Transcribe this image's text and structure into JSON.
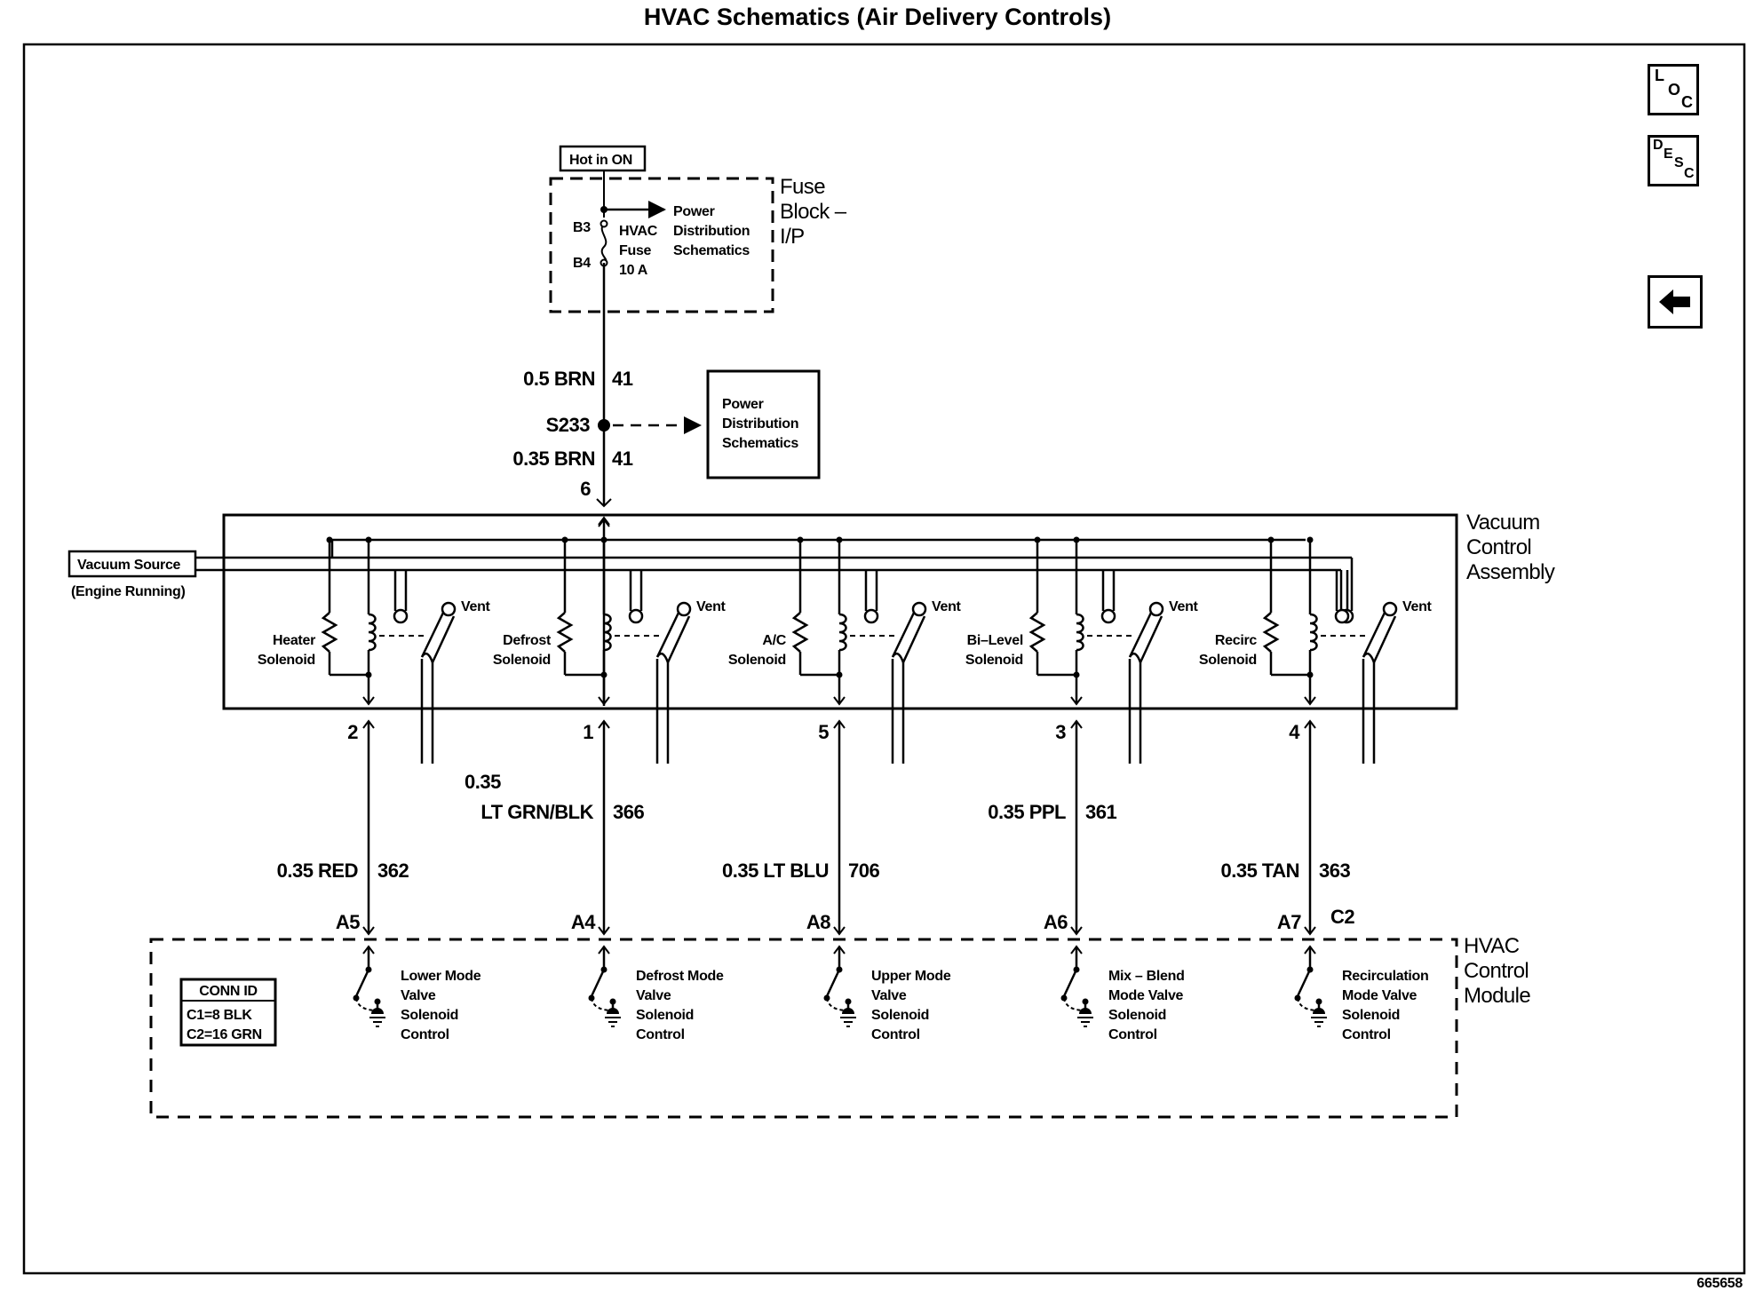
{
  "title": "HVAC Schematics (Air Delivery Controls)",
  "image_number": "665658",
  "nav": {
    "loc_top": "L",
    "loc_mid": "O",
    "loc_bot": "C",
    "desc_top": "D",
    "desc_mid": "E",
    "desc_mid2": "S",
    "desc_bot": "C",
    "back_glyph": "🡄"
  },
  "fuse_block": {
    "hot_label": "Hot in ON",
    "name_line1": "Fuse",
    "name_line2": "Block –",
    "name_line3": "I/P",
    "terminal_top": "B3",
    "terminal_bottom": "B4",
    "fuse_line1": "HVAC",
    "fuse_line2": "Fuse",
    "fuse_line3": "10 A",
    "power_line1": "Power",
    "power_line2": "Distribution",
    "power_line3": "Schematics"
  },
  "feed": {
    "wire1_label": "0.5 BRN",
    "wire1_circuit": "41",
    "splice": "S233",
    "wire2_label": "0.35 BRN",
    "wire2_circuit": "41",
    "pin": "6",
    "pd_box_line1": "Power",
    "pd_box_line2": "Distribution",
    "pd_box_line3": "Schematics"
  },
  "vacuum_assembly": {
    "name_line1": "Vacuum",
    "name_line2": "Control",
    "name_line3": "Assembly",
    "source_label": "Vacuum Source",
    "source_note": "(Engine Running)",
    "vent_label": "Vent",
    "solenoids": [
      {
        "line1": "Heater",
        "line2": "Solenoid",
        "pin": "2"
      },
      {
        "line1": "Defrost",
        "line2": "Solenoid",
        "pin": "1"
      },
      {
        "line1": "A/C",
        "line2": "Solenoid",
        "pin": "5"
      },
      {
        "line1": "Bi–Level",
        "line2": "Solenoid",
        "pin": "3"
      },
      {
        "line1": "Recirc",
        "line2": "Solenoid",
        "pin": "4"
      }
    ]
  },
  "wires": [
    {
      "label": "0.35 RED",
      "circuit": "362",
      "terminal": "A5"
    },
    {
      "label_line1": "0.35",
      "label": "LT GRN/BLK",
      "circuit": "366",
      "terminal": "A4"
    },
    {
      "label": "0.35 LT BLU",
      "circuit": "706",
      "terminal": "A8"
    },
    {
      "label": "0.35 PPL",
      "circuit": "361",
      "terminal": "A6"
    },
    {
      "label": "0.35 TAN",
      "circuit": "363",
      "terminal": "A7"
    }
  ],
  "connector_c2": "C2",
  "hvac_module": {
    "name_line1": "HVAC",
    "name_line2": "Control",
    "name_line3": "Module",
    "conn_id_title": "CONN ID",
    "conn_id_c1": "C1=8 BLK",
    "conn_id_c2": "C2=16 GRN",
    "controls": [
      {
        "line1": "Lower Mode",
        "line2": "Valve",
        "line3": "Solenoid",
        "line4": "Control"
      },
      {
        "line1": "Defrost Mode",
        "line2": "Valve",
        "line3": "Solenoid",
        "line4": "Control"
      },
      {
        "line1": "Upper Mode",
        "line2": "Valve",
        "line3": "Solenoid",
        "line4": "Control"
      },
      {
        "line1": "Mix – Blend",
        "line2": "Mode Valve",
        "line3": "Solenoid",
        "line4": "Control"
      },
      {
        "line1": "Recirculation",
        "line2": "Mode Valve",
        "line3": "Solenoid",
        "line4": "Control"
      }
    ]
  }
}
